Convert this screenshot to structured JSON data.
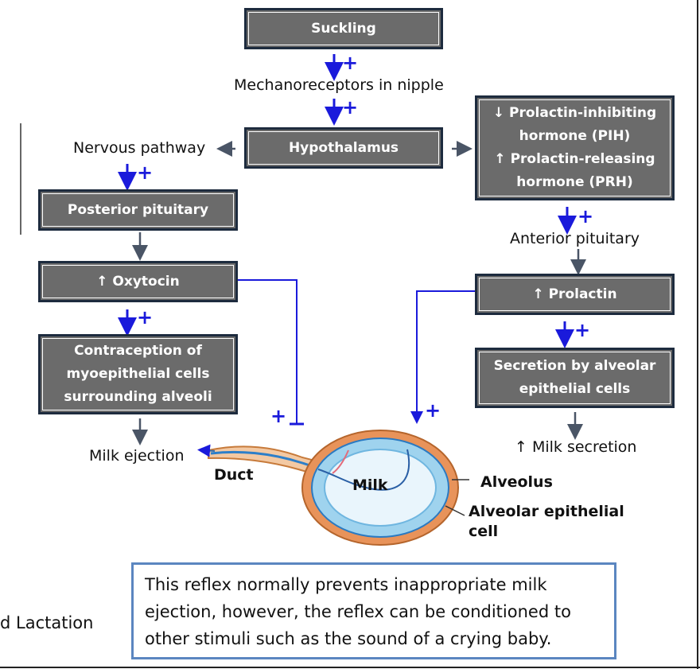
{
  "boxes": {
    "suckling": "Suckling",
    "hypothalamus": "Hypothalamus",
    "pih_prh_line1": "↓ Prolactin-inhibiting",
    "pih_prh_line2": "hormone (PIH)",
    "pih_prh_line3": "↑ Prolactin-releasing",
    "pih_prh_line4": "hormone (PRH)",
    "posterior_pituitary": "Posterior pituitary",
    "oxytocin": "↑ Oxytocin",
    "prolactin": "↑ Prolactin",
    "contraction_line1": "Contraception of",
    "contraction_line2": "myoepithelial cells",
    "contraction_line3": "surrounding alveoli",
    "secretion_line1": "Secretion by alveolar",
    "secretion_line2": "epithelial cells"
  },
  "labels": {
    "mechanoreceptors": "Mechanoreceptors in nipple",
    "nervous_pathway": "Nervous pathway",
    "anterior_pituitary": "Anterior pituitary",
    "milk_ejection": "Milk ejection",
    "milk_secretion": "↑ Milk secretion",
    "duct": "Duct",
    "milk": "Milk",
    "alveolus": "Alveolus",
    "alveolar_cell_line1": "Alveolar epithelial",
    "alveolar_cell_line2": "cell"
  },
  "signs": {
    "plus": "+",
    "minus": "−"
  },
  "note": {
    "line1": "This reflex normally prevents inappropriate milk",
    "line2": "ejection, however, the reflex can be conditioned to",
    "line3": "other stimuli such as the sound of a crying baby."
  },
  "side_text": "d Lactation",
  "colors": {
    "box_fill": "#6b6b6b",
    "box_border": "#1d2b3e",
    "stimulate_arrow": "#1a1adb",
    "gray_arrow": "#4a5566",
    "note_border": "#5b86c0"
  }
}
